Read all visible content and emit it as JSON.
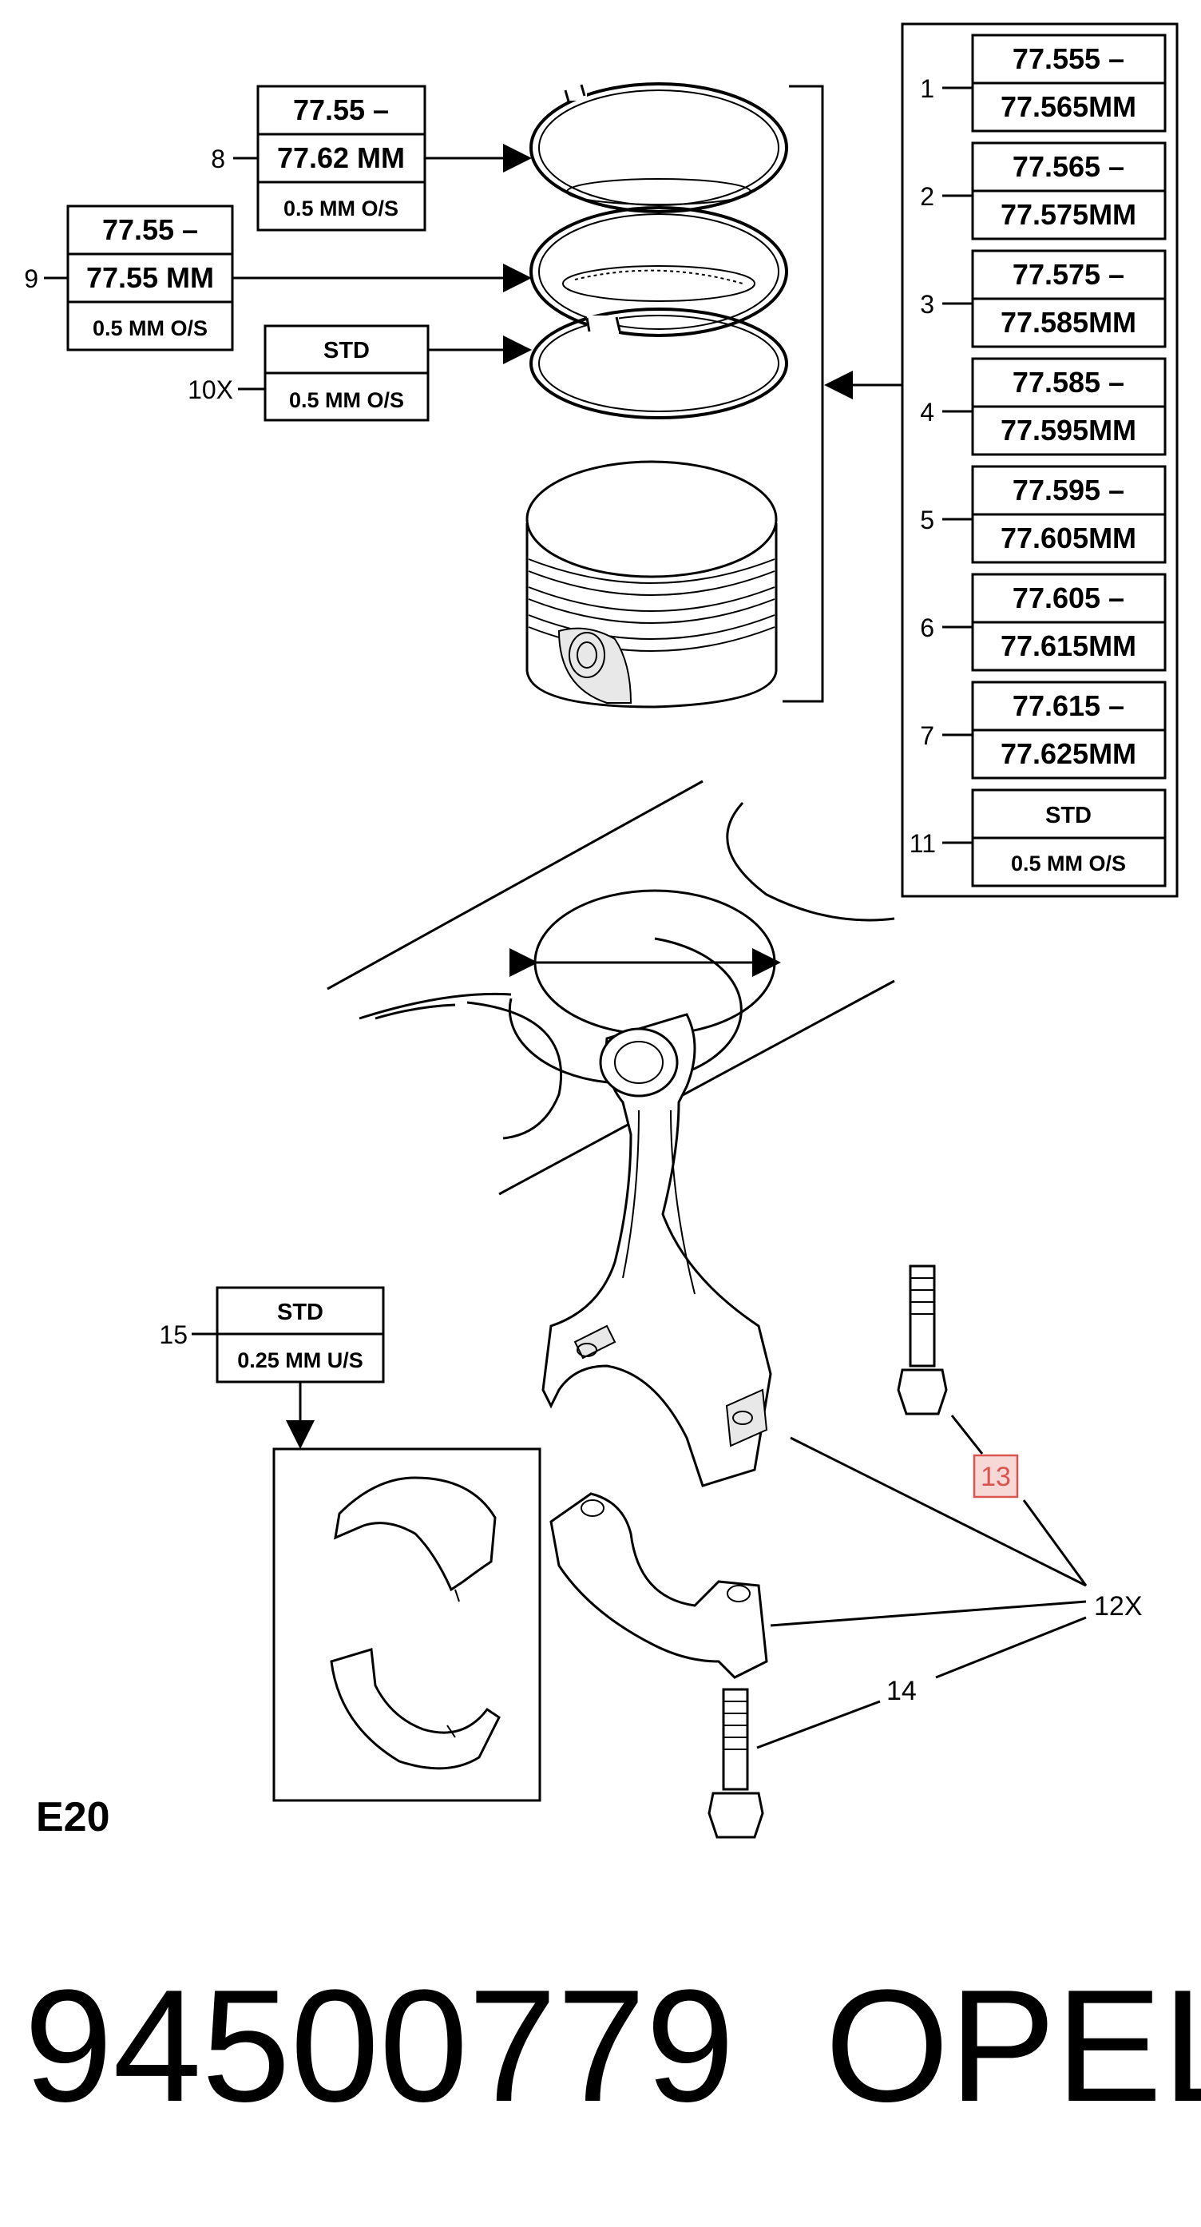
{
  "spec_boxes": {
    "ring_8": {
      "callout": "8",
      "line1": "77.55 –",
      "line2": "77.62 MM",
      "line3": "0.5 MM O/S"
    },
    "ring_9": {
      "callout": "9",
      "line1": "77.55 –",
      "line2": "77.55 MM",
      "line3": "0.5 MM O/S"
    },
    "ring_10": {
      "callout": "10X",
      "line1": "STD",
      "line2": "0.5 MM O/S"
    },
    "bearing_15": {
      "callout": "15",
      "line1": "STD",
      "line2": "0.25 MM U/S"
    }
  },
  "piston_sizes": [
    {
      "callout": "1",
      "line1": "77.555 –",
      "line2": "77.565MM"
    },
    {
      "callout": "2",
      "line1": "77.565 –",
      "line2": "77.575MM"
    },
    {
      "callout": "3",
      "line1": "77.575 –",
      "line2": "77.585MM"
    },
    {
      "callout": "4",
      "line1": "77.585 –",
      "line2": "77.595MM"
    },
    {
      "callout": "5",
      "line1": "77.595 –",
      "line2": "77.605MM"
    },
    {
      "callout": "6",
      "line1": "77.605 –",
      "line2": "77.615MM"
    },
    {
      "callout": "7",
      "line1": "77.615 –",
      "line2": "77.625MM"
    },
    {
      "callout": "11",
      "line1": "STD",
      "line2": "0.5 MM O/S"
    }
  ],
  "callouts": {
    "bolt_13": "13",
    "rod_12": "12X",
    "bolt_14": "14"
  },
  "engine_code": "E20",
  "part_number": "94500779",
  "brand": "OPEL",
  "colors": {
    "highlight_fill": "#f8d7d7",
    "highlight_stroke": "#d9534f",
    "ink": "#000000"
  }
}
